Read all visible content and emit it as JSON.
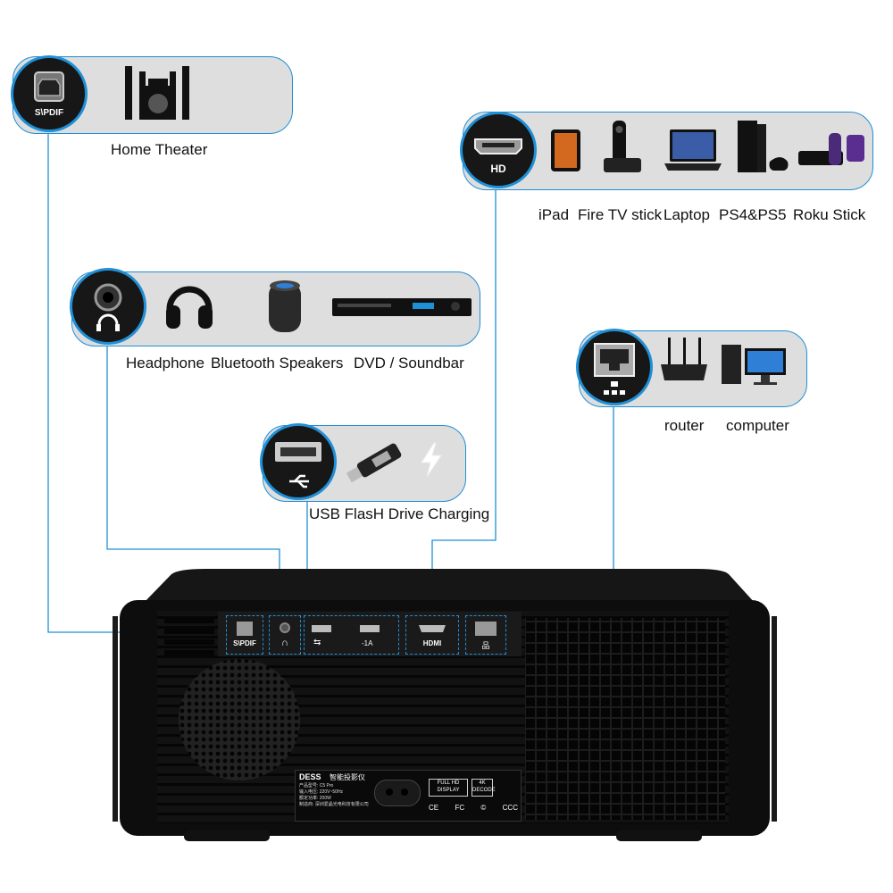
{
  "home_theater": {
    "port_label": "S\\PDIF",
    "caption": "Home Theater"
  },
  "hdmi_group": {
    "port_label": "HD",
    "captions": [
      "iPad",
      "Fire TV stick",
      "Laptop",
      "PS4&PS5",
      "Roku Stick"
    ]
  },
  "audio_group": {
    "captions": [
      "Headphone",
      "Bluetooth Speakers",
      "DVD / Soundbar"
    ]
  },
  "lan_group": {
    "captions": [
      "router",
      "computer"
    ]
  },
  "usb_group": {
    "caption": "USB FlasH Drive Charging"
  },
  "projector": {
    "ports": [
      "S\\PDIF",
      "-1A",
      "HDMI"
    ],
    "brand": "DESS",
    "brand_sub": "智能投影仪",
    "spec_lines": [
      "产品型号: C5 Pro",
      "输入电压: 220V~50Hz",
      "额定功率: 200W",
      "制造商: 深圳爱晶光电科技有限公司"
    ],
    "badge_fullhd": [
      "FULL HD",
      "DISPLAY"
    ],
    "badge_4k": [
      "4K",
      "DECODE"
    ],
    "cert_marks": [
      "CE",
      "FC",
      "©",
      "CCC"
    ]
  },
  "colors": {
    "accent": "#1f8fd6",
    "panel": "#dedede",
    "device": "#111111"
  }
}
